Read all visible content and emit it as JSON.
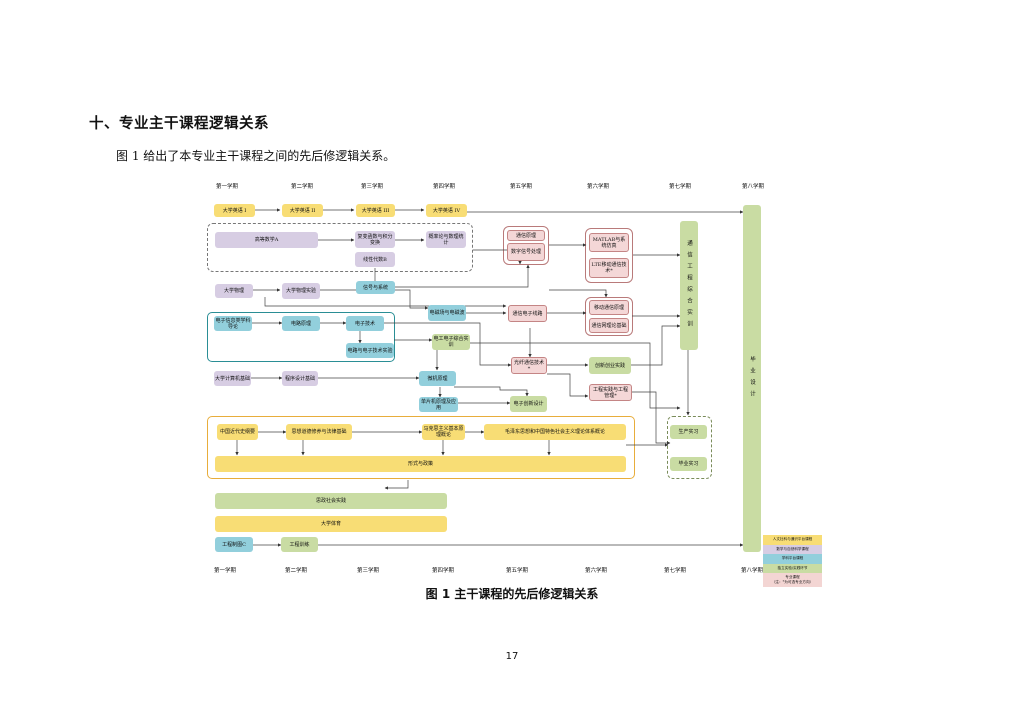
{
  "heading": "十、专业主干课程逻辑关系",
  "intro": "图 1 给出了本专业主干课程之间的先后修逻辑关系。",
  "semesters": [
    "第一学期",
    "第二学期",
    "第三学期",
    "第四学期",
    "第五学期",
    "第六学期",
    "第七学期",
    "第八学期"
  ],
  "courses": {
    "eng1": "大学英语 I",
    "eng2": "大学英语 II",
    "eng3": "大学英语 III",
    "eng4": "大学英语 IV",
    "math_a": "高等数学A",
    "complex": "复变函数与积分变换",
    "prob": "概率论与数理统计",
    "linalg": "线性代数B",
    "signals": "信号与系统",
    "comm_principle": "通信原理",
    "dsp": "数字信号处理",
    "matlab": "MATLAB与系统仿真",
    "lte": "LTE移动通信技术*",
    "physics": "大学物理",
    "physics_lab": "大学物理实验",
    "intro_ee": "电子信息类学科导论",
    "circuit": "电路原理",
    "analog": "电子技术",
    "circuit_lab": "电路与电子技术实验",
    "em_field": "电磁场与电磁波",
    "comm_circuit": "通信电子线路",
    "mobile": "移动通信原理",
    "network": "通信网理论基础",
    "ee_lab": "电工电子综合实训",
    "fiber": "光纤通信技术*",
    "innovation": "创新创业实践",
    "eng_practice": "工程实践与工程管理*",
    "computer_basic": "大学计算机基础",
    "programming": "程序设计基础",
    "micro": "微机原理",
    "mcu": "单片机原理及应用",
    "innov_design": "电子创新设计",
    "history": "中国近代史纲要",
    "ethics": "思想道德修养与法律基础",
    "marx": "马克思主义基本原理概论",
    "mao": "毛泽东思想和中国特色社会主义理论体系概论",
    "policy": "形式与政策",
    "social": "思政社会实践",
    "pe": "大学体育",
    "drawing": "工程制图C",
    "training": "工程训练",
    "comprehensive": "通信工程综合实训",
    "production": "生产实习",
    "graduation_practice": "毕业实习",
    "thesis": "毕业设计"
  },
  "legend": [
    {
      "label": "人文社科与通识平台课程",
      "color": "#f8dd75"
    },
    {
      "label": "数学与自然科学课程",
      "color": "#d7cde3"
    },
    {
      "label": "学科平台课程",
      "color": "#92cfdc"
    },
    {
      "label": "独立实验/实践环节",
      "color": "#c9dca3"
    },
    {
      "label": "专业课程",
      "color": "#f4d7d7"
    },
    {
      "label": "（注：*为可选专业方向）",
      "color": "#f4d7d7"
    }
  ],
  "figure_caption": "图 1 主干课程的先后修逻辑关系",
  "page_number": "17"
}
